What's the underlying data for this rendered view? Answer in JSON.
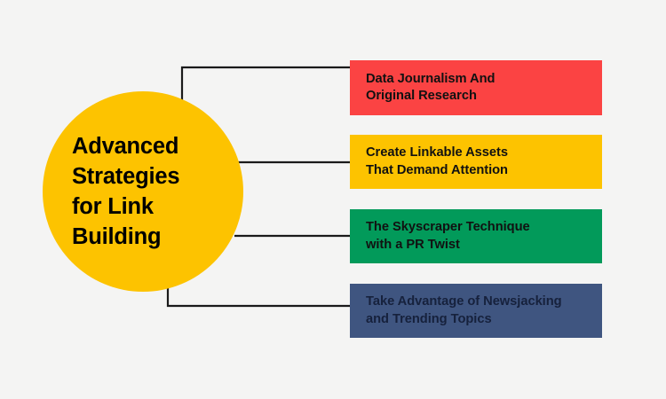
{
  "background_color": "#f4f4f3",
  "hub": {
    "label": "Advanced\nStrategies\nfor Link\nBuilding",
    "color": "#FDC300",
    "text_color": "#000000"
  },
  "branches": [
    {
      "id": "data-journalism",
      "label": "Data Journalism And\nOriginal Research",
      "color": "#FB4343",
      "text_color": "#111111",
      "connector": "elbow-up"
    },
    {
      "id": "linkable-assets",
      "label": "Create Linkable Assets\nThat Demand Attention",
      "color": "#FDC300",
      "text_color": "#111111",
      "connector": "straight"
    },
    {
      "id": "skyscraper-technique",
      "label": "The Skyscraper Technique\nwith a PR Twist",
      "color": "#029A5A",
      "text_color": "#111111",
      "connector": "straight"
    },
    {
      "id": "newsjacking",
      "label": "Take Advantage of Newsjacking\nand Trending Topics",
      "color": "#3F5580",
      "text_color": "#16213C",
      "connector": "elbow-down"
    }
  ],
  "connector_color": "#1a1a1a"
}
